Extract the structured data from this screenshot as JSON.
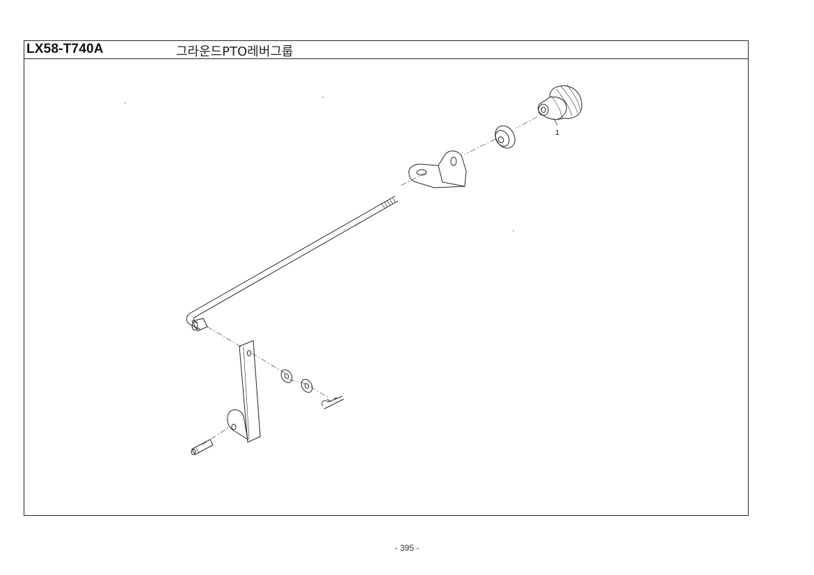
{
  "header": {
    "model_code": "LX58-T740A",
    "section_title": "그라운드PTO레버그룹"
  },
  "diagram": {
    "callouts": [
      {
        "number": "1",
        "part": "lever-knob"
      }
    ],
    "parts": [
      "lever-knob",
      "washer-upper",
      "guide-bracket",
      "lever-rod",
      "lower-arm",
      "flat-washer",
      "spring-washer",
      "cotter-pin",
      "pivot-pin"
    ]
  },
  "footer": {
    "page_number": "- 395 -"
  }
}
